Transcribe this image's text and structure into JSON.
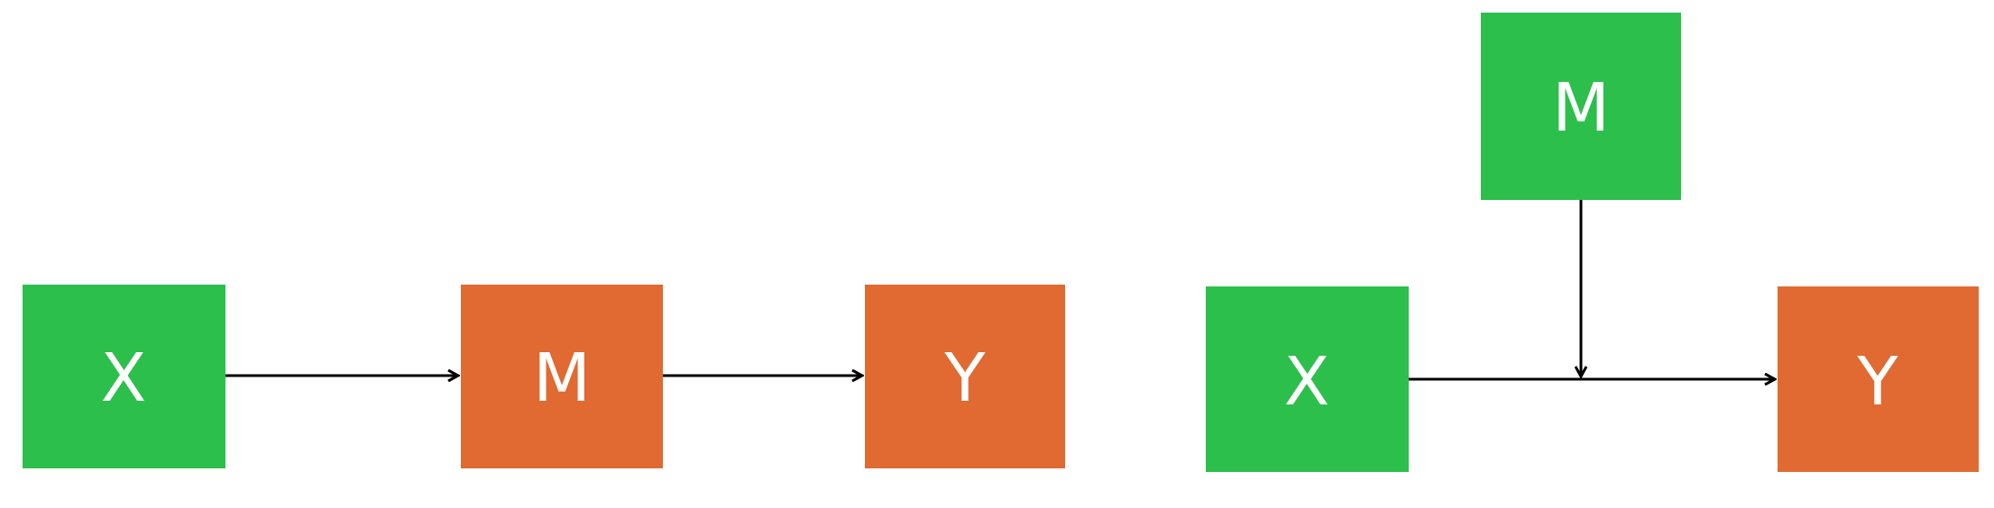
{
  "colors": {
    "green": "#2dbf4c",
    "orange": "#e06a32",
    "line": "#000000",
    "background": "#ffffff"
  },
  "mediation": {
    "nodes": {
      "x": {
        "label": "X",
        "color": "green"
      },
      "m": {
        "label": "M",
        "color": "orange"
      },
      "y": {
        "label": "Y",
        "color": "orange"
      }
    },
    "edges": [
      {
        "from": "x",
        "to": "m"
      },
      {
        "from": "m",
        "to": "y"
      }
    ]
  },
  "moderation": {
    "nodes": {
      "m": {
        "label": "M",
        "color": "green"
      },
      "x": {
        "label": "X",
        "color": "green"
      },
      "y": {
        "label": "Y",
        "color": "orange"
      }
    },
    "edges": [
      {
        "from": "x",
        "to": "y"
      },
      {
        "from": "m",
        "to": "x-y-edge"
      }
    ]
  }
}
